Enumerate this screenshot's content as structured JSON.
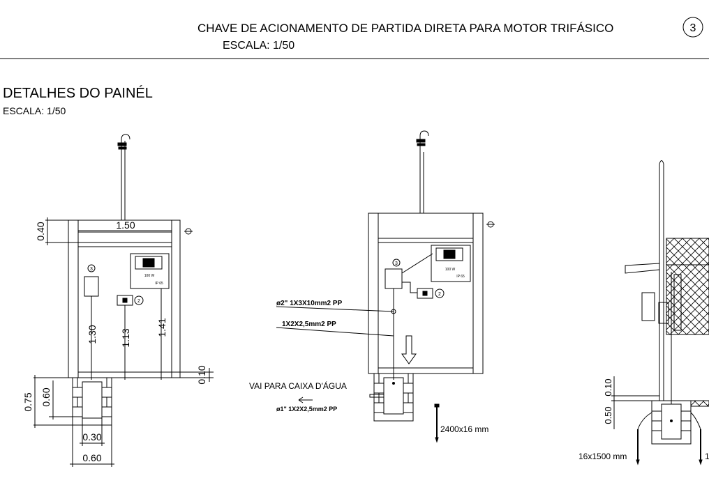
{
  "header": {
    "title": "CHAVE DE ACIONAMENTO  DE PARTIDA  DIRETA PARA MOTOR TRIFÁSICO",
    "detail_number": "3",
    "scale": "ESCALA: 1/50"
  },
  "section": {
    "title": "DETALHES DO PAINÉL",
    "scale": "ESCALA: 1/50"
  },
  "front_view": {
    "dim_width": "1.50",
    "dim_top": "0.40",
    "dim_h1": "1.30",
    "dim_h2": "1.13",
    "dim_h3": "1.41",
    "dim_side": "0.10",
    "dim_base_outer": "0.75",
    "dim_base_inner": "0.60",
    "dim_box_inner": "0.30",
    "dim_box_outer": "0.60",
    "callout_switch": "3",
    "callout_outlet": "2",
    "light_power": "100 W",
    "light_ip": "IP 65"
  },
  "wiring_view": {
    "label_cable_1": "ø2\"   1X3X10mm2  PP",
    "label_cable_2": "1X2X2,5mm2  PP",
    "label_destination": "VAI PARA  CAIXA D'ÁGUA",
    "label_pipe": "ø1\"   1X2X2,5mm2  PP",
    "label_rod": "2400x16 mm",
    "callout_switch": "3",
    "callout_outlet": "2",
    "light_power": "100 W",
    "light_ip": "IP 65"
  },
  "side_view": {
    "dim_top": "0.10",
    "dim_bottom": "0.50",
    "label_rod": "16x1500 mm",
    "label_rod_cut": "1"
  }
}
